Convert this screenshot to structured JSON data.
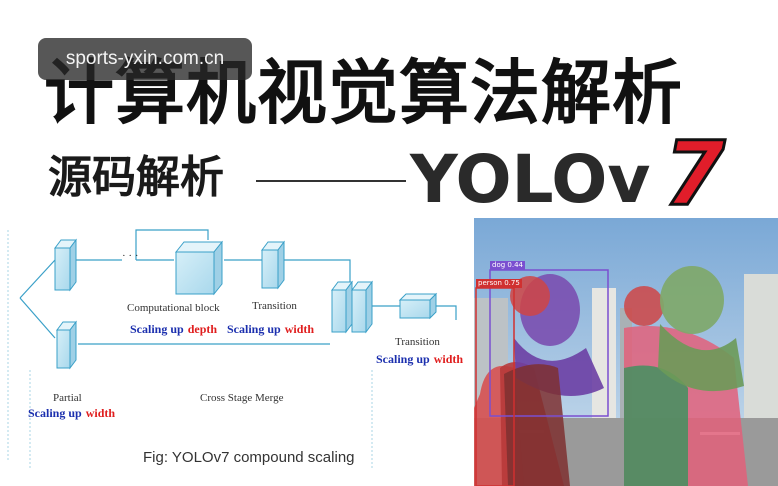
{
  "watermark": "sports-yxin.com.cn",
  "title": "计算机视觉算法解析",
  "subtitle": "源码解析",
  "yolo": {
    "text": "YOLOv",
    "version": "7"
  },
  "diagram": {
    "labels": {
      "computational_block": "Computational block",
      "transition1": "Transition",
      "transition2": "Transition",
      "partial": "Partial",
      "cross_stage_merge": "Cross Stage Merge",
      "scaling_up": "Scaling up",
      "depth": "depth",
      "width": "width",
      "dots": "· · ·"
    },
    "caption": "Fig: YOLOv7 compound scaling"
  },
  "photo": {
    "detections": {
      "dog": "dog 0.44",
      "person": "person 0.75"
    }
  },
  "colors": {
    "accent_red": "#e11d2a",
    "diagram_blue": "#1b2fae",
    "diagram_red": "#e01e1e",
    "block_fill": "#bfe3f2",
    "block_stroke": "#3aa0c8"
  }
}
